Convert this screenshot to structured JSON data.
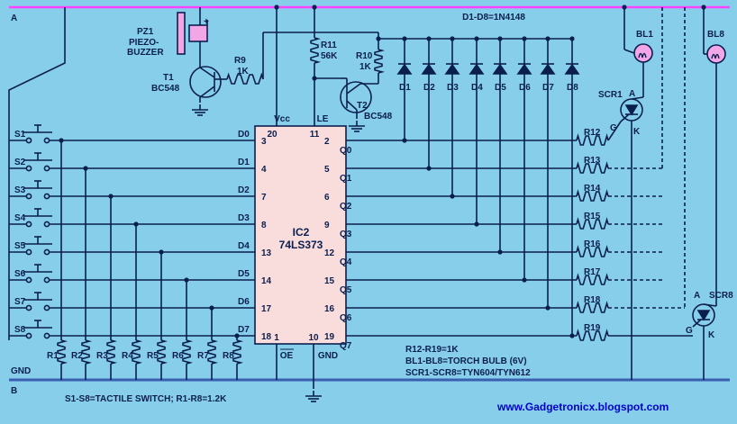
{
  "rails": {
    "top": "A",
    "bottom_gnd": "GND",
    "bottom": "B"
  },
  "ic": {
    "ref": "IC2",
    "part": "74LS373",
    "vcc_label": "Vcc",
    "vcc_pin": "20",
    "le_label": "LE",
    "le_pin": "11",
    "gnd_label": "GND",
    "gnd_pin": "10",
    "oe_label": "OE",
    "oe_pin": "1"
  },
  "ic_inputs": [
    {
      "label": "D0",
      "pin": "3"
    },
    {
      "label": "D1",
      "pin": "4"
    },
    {
      "label": "D2",
      "pin": "7"
    },
    {
      "label": "D3",
      "pin": "8"
    },
    {
      "label": "D4",
      "pin": "13"
    },
    {
      "label": "D5",
      "pin": "14"
    },
    {
      "label": "D6",
      "pin": "17"
    },
    {
      "label": "D7",
      "pin": "18"
    }
  ],
  "ic_outputs": [
    {
      "label": "Q0",
      "pin": "2"
    },
    {
      "label": "Q1",
      "pin": "5"
    },
    {
      "label": "Q2",
      "pin": "6"
    },
    {
      "label": "Q3",
      "pin": "9"
    },
    {
      "label": "Q4",
      "pin": "12"
    },
    {
      "label": "Q5",
      "pin": "15"
    },
    {
      "label": "Q6",
      "pin": "16"
    },
    {
      "label": "Q7",
      "pin": "19"
    }
  ],
  "switches": [
    "S1",
    "S2",
    "S3",
    "S4",
    "S5",
    "S6",
    "S7",
    "S8"
  ],
  "pulldowns": [
    "R1",
    "R2",
    "R3",
    "R4",
    "R5",
    "R6",
    "R7",
    "R8"
  ],
  "gate_resistors": [
    "R12",
    "R13",
    "R14",
    "R15",
    "R16",
    "R17",
    "R18",
    "R19"
  ],
  "diodes": [
    "D1",
    "D2",
    "D3",
    "D4",
    "D5",
    "D6",
    "D7",
    "D8"
  ],
  "buzzer": {
    "ref": "PZ1",
    "line1": "PIEZO-",
    "line2": "BUZZER",
    "plus": "+"
  },
  "t1": {
    "ref": "T1",
    "part": "BC548"
  },
  "t2": {
    "ref": "T2",
    "part": "BC548"
  },
  "r9": {
    "ref": "R9",
    "value": "1K"
  },
  "r10": {
    "ref": "R10",
    "value": "1K"
  },
  "r11": {
    "ref": "R11",
    "value": "56K"
  },
  "lamps": {
    "first": "BL1",
    "last": "BL8"
  },
  "scrs": {
    "first": "SCR1",
    "last": "SCR8",
    "anode": "A",
    "gate": "G",
    "cathode": "K"
  },
  "notes": {
    "diodes": "D1-D8=1N4148",
    "resistors": "R12-R19=1K",
    "bulbs": "BL1-BL8=TORCH BULB (6V)",
    "scr": "SCR1-SCR8=TYN604/TYN612",
    "switches": "S1-S8=TACTILE SWITCH;  R1-R8=1.2K"
  },
  "website": "www.Gadgetronicx.blogspot.com",
  "colors": {
    "background": "#87CEEB",
    "wire": "#0b1f4f",
    "rail_top": "#ff44ff",
    "ic_fill": "#f9dcdc",
    "buzzer_fill": "#f2a6e6",
    "lamp_fill": "#f2a6e6",
    "link": "#0000cc"
  }
}
